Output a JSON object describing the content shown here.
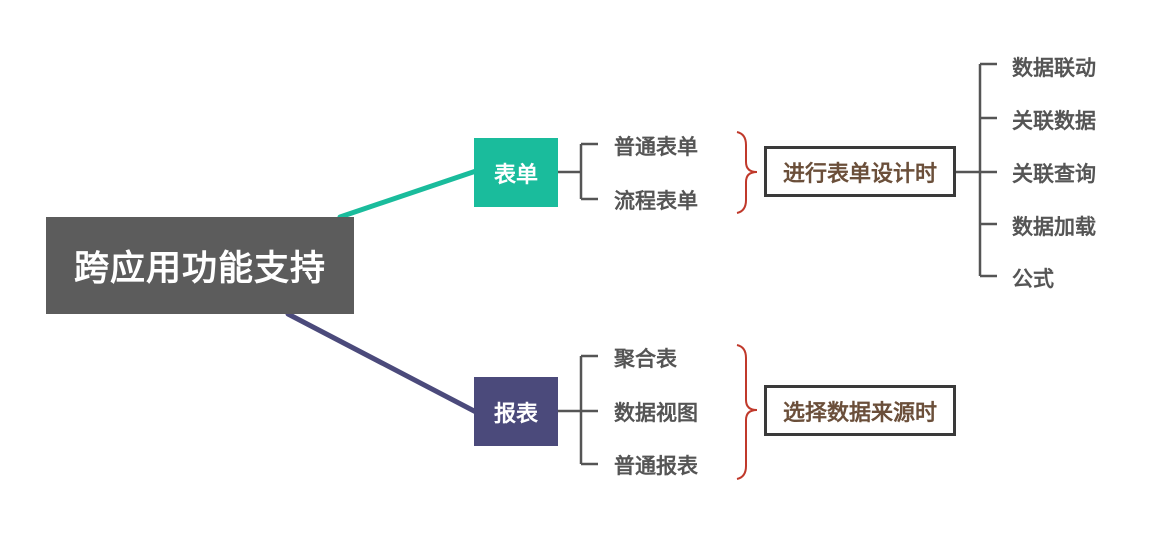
{
  "root": {
    "label": "跨应用功能支持"
  },
  "branches": {
    "form": {
      "label": "表单",
      "items": [
        "普通表单",
        "流程表单"
      ],
      "condition": "进行表单设计时",
      "features": [
        "数据联动",
        "关联数据",
        "关联查询",
        "数据加载",
        "公式"
      ]
    },
    "report": {
      "label": "报表",
      "items": [
        "聚合表",
        "数据视图",
        "普通报表"
      ],
      "condition": "选择数据来源时"
    }
  },
  "colors": {
    "root": "#5c5c5c",
    "form": "#1abc9c",
    "report": "#4b4a7b",
    "brace": "#c0392b",
    "connector": "#555555"
  }
}
